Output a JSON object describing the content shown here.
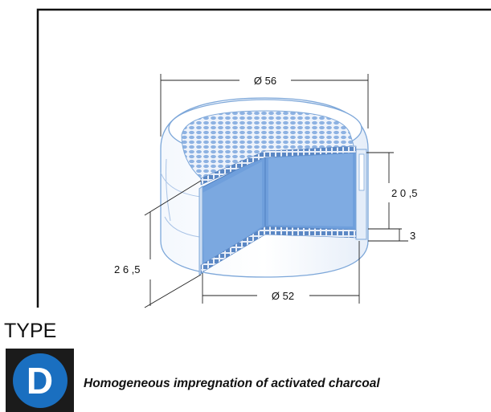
{
  "dimensions": {
    "outer_diameter": "Ø 56",
    "inner_diameter": "Ø 52",
    "inner_height": "2 0 ,5",
    "lip_height": "3",
    "total_height": "2 6 ,5"
  },
  "type_label": "TYPE",
  "type_letter": "D",
  "caption": "Homogeneous impregnation of activated charcoal",
  "colors": {
    "cutaway_fill": "#6f9fdc",
    "outline": "#7da7d9",
    "badge_circle": "#1a6fc0",
    "badge_background": "#1b1b1b"
  }
}
